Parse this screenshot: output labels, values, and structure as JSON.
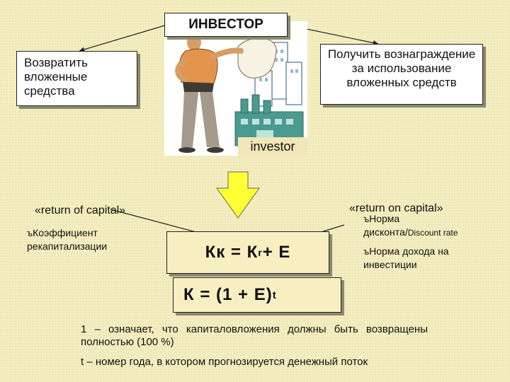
{
  "top_title": "ИНВЕСТОР",
  "left_goal": "Возвратить вложенные средства",
  "right_goal": "Получить вознаграждение за использование вложенных средств",
  "investor_label": "investor",
  "return_of": {
    "heading": "«return of capital»",
    "bullet_marker": "ъ",
    "bullet": "Коэффициент рекапитализации"
  },
  "return_on": {
    "heading": "«return on capital»",
    "bullet_marker": "ъ",
    "bullet1_a": "Норма",
    "bullet1_b": "дисконта/",
    "bullet1_c": "Discount rate",
    "bullet2": "Норма дохода на инвестиции"
  },
  "formula1": {
    "lhs": "Кк = К",
    "sub": "r",
    "rhs": " + Е"
  },
  "formula2": {
    "base": "К = (1 + Е)",
    "sup": "t"
  },
  "note1": "1 – означает, что капиталовложения должны быть возвращены полностью (100 %)",
  "note2": "t – номер года, в котором прогнозируется денежный поток",
  "colors": {
    "background": "#f4edbf",
    "arrow_fill": "#ffff33",
    "box_bg": "#ffffff"
  }
}
